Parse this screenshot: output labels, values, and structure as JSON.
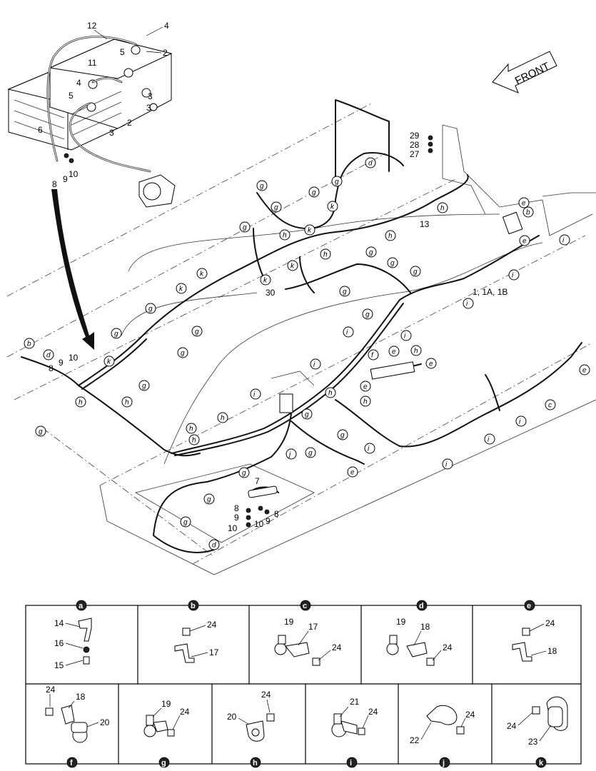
{
  "front_label": "FRONT",
  "callouts": {
    "c1": "1",
    "c1_group": "1, 1A, 1B",
    "c2a": "2",
    "c2b": "2",
    "c3a": "3",
    "c3b": "3",
    "c3c": "3",
    "c4a": "4",
    "c4b": "4",
    "c5a": "5",
    "c5b": "5",
    "c6": "6",
    "c7": "7",
    "c8a": "8",
    "c8b": "8",
    "c8c": "8",
    "c8d": "8",
    "c9a": "9",
    "c9b": "9",
    "c9c": "9",
    "c9d": "9",
    "c10a": "10",
    "c10b": "10",
    "c10c": "10",
    "c10d": "10",
    "c11": "11",
    "c12": "12",
    "c13": "13",
    "c27": "27",
    "c28": "28",
    "c29": "29",
    "c30": "30"
  },
  "clamp_letters": {
    "a": "a",
    "b": "b",
    "c": "c",
    "d": "d",
    "e": "e",
    "f": "f",
    "g": "g",
    "h": "h",
    "i": "i",
    "j": "j",
    "k": "k"
  },
  "detail_table": {
    "cells": [
      {
        "key": "a",
        "parts": [
          "14",
          "16",
          "15"
        ]
      },
      {
        "key": "b",
        "parts": [
          "24",
          "17"
        ]
      },
      {
        "key": "c",
        "parts": [
          "19",
          "17",
          "24"
        ]
      },
      {
        "key": "d",
        "parts": [
          "19",
          "18",
          "24"
        ]
      },
      {
        "key": "e",
        "parts": [
          "24",
          "18"
        ]
      },
      {
        "key": "f",
        "parts": [
          "24",
          "18",
          "20"
        ]
      },
      {
        "key": "g",
        "parts": [
          "19",
          "24"
        ]
      },
      {
        "key": "h",
        "parts": [
          "24",
          "20"
        ]
      },
      {
        "key": "i",
        "parts": [
          "21",
          "24"
        ]
      },
      {
        "key": "j",
        "parts": [
          "24",
          "22"
        ]
      },
      {
        "key": "k",
        "parts": [
          "24",
          "23"
        ]
      }
    ]
  }
}
